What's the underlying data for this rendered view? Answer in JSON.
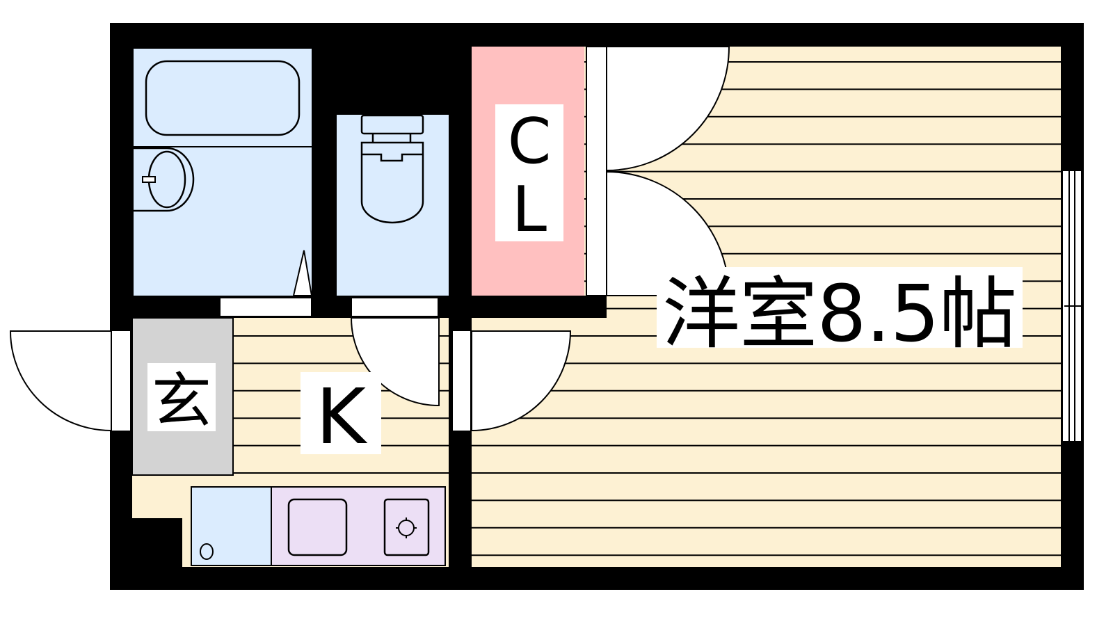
{
  "floor_plan": {
    "rooms": {
      "western_room": {
        "label": "洋室8.5帖"
      },
      "closet": {
        "label_top": "C",
        "label_bottom": "L"
      },
      "entrance": {
        "label": "玄"
      },
      "kitchen": {
        "label": "K"
      }
    },
    "colors": {
      "wall": "#000000",
      "floor_wood": "#fdf1d3",
      "wet_area": "#dbecfe",
      "closet": "#ffc0c0",
      "entrance": "#d3d3d3",
      "stove_counter": "#ecdff5"
    }
  }
}
